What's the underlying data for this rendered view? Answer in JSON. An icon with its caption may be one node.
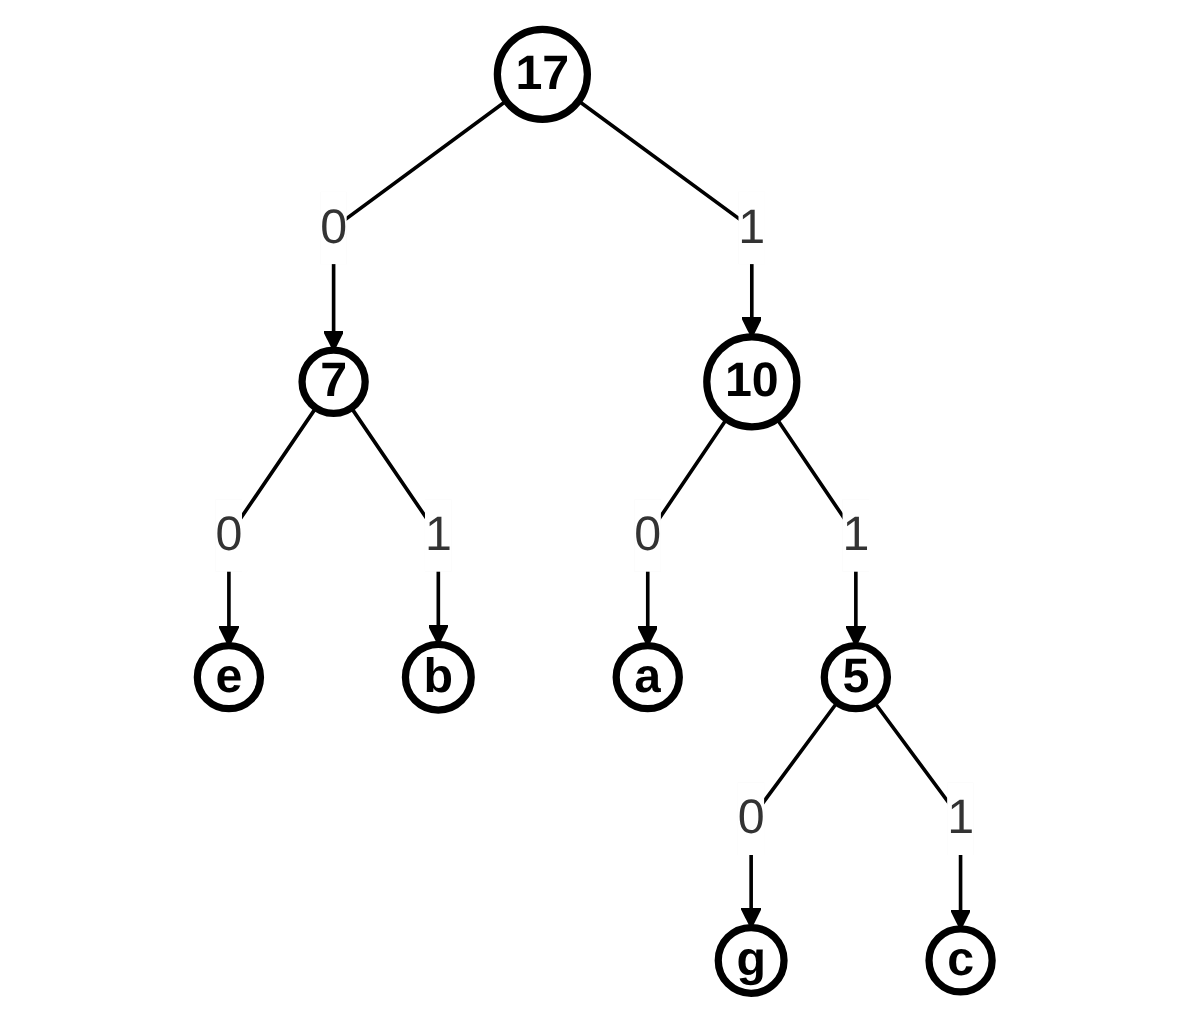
{
  "diagram": {
    "nodes": [
      {
        "text": [
          "17"
        ]
      },
      {
        "text": [
          "7"
        ]
      },
      {
        "text": [
          "10"
        ]
      },
      {
        "text": [
          "e"
        ]
      },
      {
        "text": [
          "b"
        ]
      },
      {
        "text": [
          "a"
        ]
      },
      {
        "text": [
          "5"
        ]
      },
      {
        "text": [
          "g"
        ]
      },
      {
        "text": [
          "c"
        ]
      }
    ],
    "edges": [
      {
        "from": 0,
        "to": 1,
        "arrow": "to",
        "label": "0"
      },
      {
        "from": 0,
        "to": 2,
        "arrow": "to",
        "label": "1"
      },
      {
        "from": 1,
        "to": 3,
        "arrow": "to",
        "label": "0"
      },
      {
        "from": 1,
        "to": 4,
        "arrow": "to",
        "label": "1"
      },
      {
        "from": 2,
        "to": 5,
        "arrow": "to",
        "label": "0"
      },
      {
        "from": 2,
        "to": 6,
        "arrow": "to",
        "label": "1"
      },
      {
        "from": 6,
        "to": 7,
        "arrow": "to",
        "label": "0"
      },
      {
        "from": 6,
        "to": 8,
        "arrow": "to",
        "label": "1"
      }
    ]
  }
}
